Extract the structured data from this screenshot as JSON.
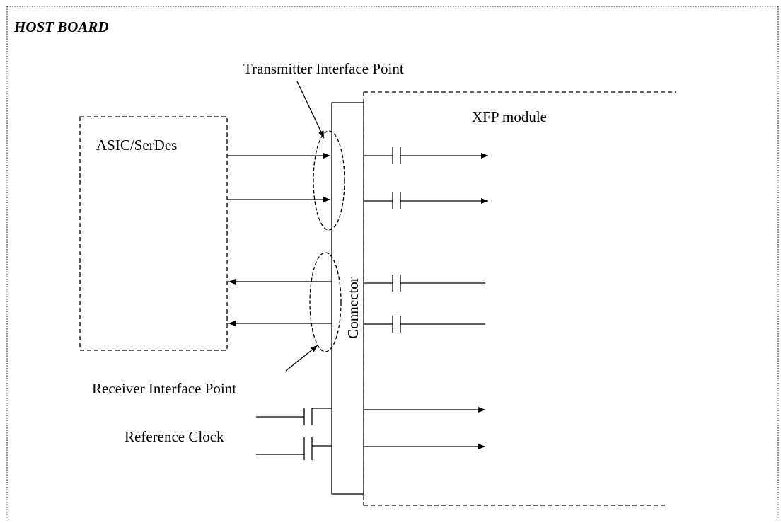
{
  "diagram": {
    "board_title": "HOST BOARD",
    "asic_label": "ASIC/SerDes",
    "module_label": "XFP module",
    "connector_label": "Connector",
    "transmitter_label": "Transmitter Interface Point",
    "receiver_label": "Receiver Interface Point",
    "refclock_label": "Reference Clock"
  }
}
